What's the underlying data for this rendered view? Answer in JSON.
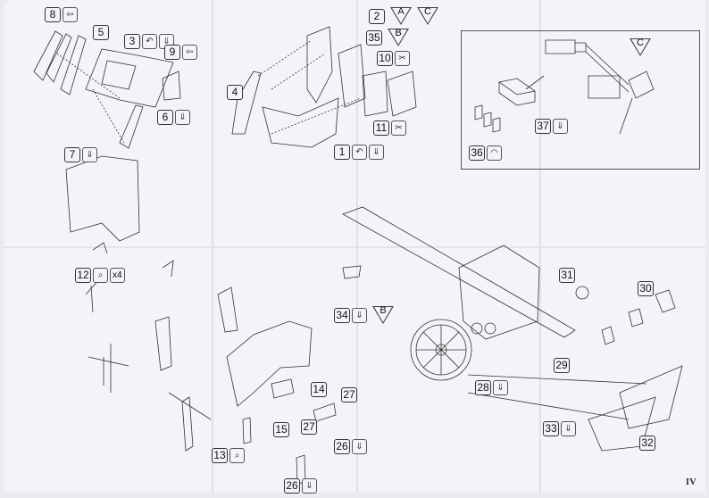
{
  "page_number": "IV",
  "detail_view": {
    "label": "C"
  },
  "callouts": [
    {
      "id": "8",
      "icons": [
        "bend-icon"
      ]
    },
    {
      "id": "5",
      "icons": []
    },
    {
      "id": "3",
      "icons": [
        "fold-icon",
        "arrow-down-icon"
      ]
    },
    {
      "id": "9",
      "icons": [
        "bend-icon"
      ]
    },
    {
      "id": "6",
      "icons": [
        "arrow-down-icon"
      ]
    },
    {
      "id": "7",
      "icons": [
        "arrow-down-icon"
      ]
    },
    {
      "id": "2",
      "icons": [],
      "triangles": [
        "A",
        "C"
      ]
    },
    {
      "id": "35",
      "icons": [],
      "triangles": [
        "B"
      ]
    },
    {
      "id": "10",
      "icons": [
        "cut-icon"
      ]
    },
    {
      "id": "11",
      "icons": [
        "cut-icon"
      ]
    },
    {
      "id": "4",
      "icons": []
    },
    {
      "id": "1",
      "icons": [
        "fold-icon",
        "arrow-down-icon"
      ]
    },
    {
      "id": "37",
      "icons": [
        "arrow-down-icon"
      ]
    },
    {
      "id": "36",
      "icons": [
        "roll-icon"
      ]
    },
    {
      "id": "12",
      "icons": [
        "magnifier-icon"
      ],
      "qty": "x4"
    },
    {
      "id": "34",
      "icons": [
        "arrow-down-icon"
      ],
      "triangles": [
        "B"
      ]
    },
    {
      "id": "13",
      "icons": [
        "magnifier-icon"
      ]
    },
    {
      "id": "14",
      "icons": []
    },
    {
      "id": "27",
      "icons": []
    },
    {
      "id": "27",
      "icons": []
    },
    {
      "id": "15",
      "icons": []
    },
    {
      "id": "26",
      "icons": [
        "arrow-down-icon"
      ]
    },
    {
      "id": "26",
      "icons": [
        "arrow-down-icon"
      ]
    },
    {
      "id": "31",
      "icons": []
    },
    {
      "id": "30",
      "icons": []
    },
    {
      "id": "29",
      "icons": []
    },
    {
      "id": "28",
      "icons": [
        "arrow-down-icon"
      ]
    },
    {
      "id": "33",
      "icons": [
        "arrow-down-icon"
      ]
    },
    {
      "id": "32",
      "icons": []
    }
  ]
}
